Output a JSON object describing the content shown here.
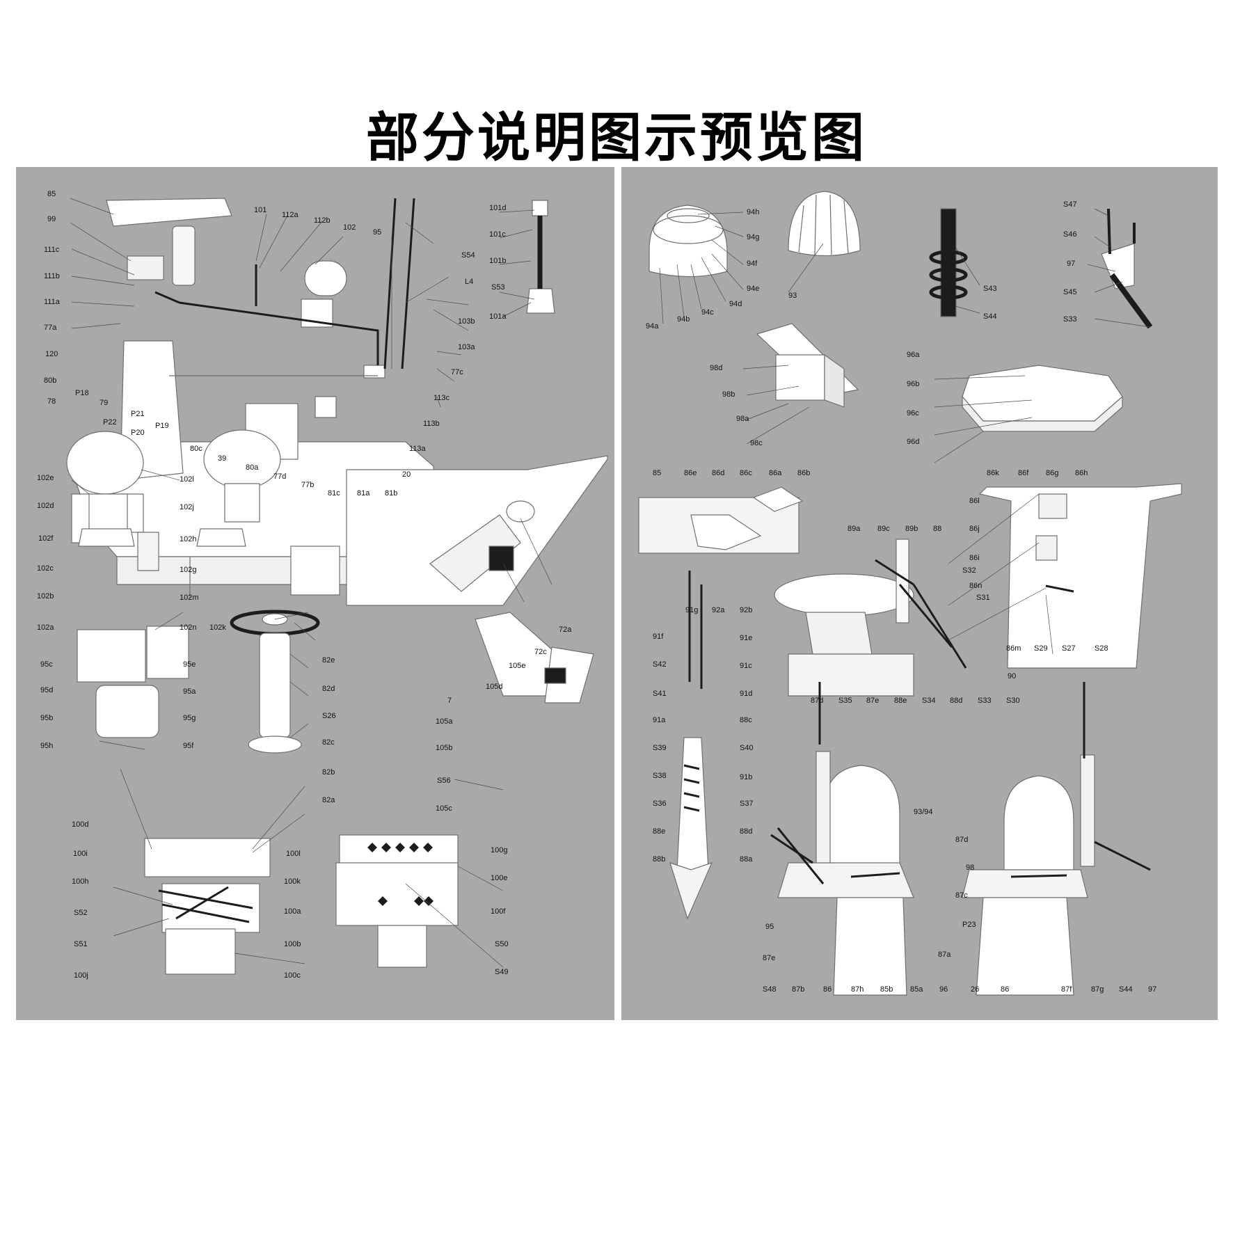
{
  "title": "部分说明图示预览图",
  "colors": {
    "sheet": "#a9a9a9",
    "part": "#ffffff",
    "edge": "#6f6f6f",
    "leader": "#4a4a4a",
    "dark": "#1c1c1c"
  },
  "left_sheet_labels": {
    "a1": "85",
    "a2": "99",
    "a3": "111c",
    "a4": "111b",
    "a5": "111a",
    "a6": "77a",
    "a7": "120",
    "a8": "80b",
    "a9": "78",
    "a10": "P18",
    "a11": "79",
    "a12": "P22",
    "a13": "P21",
    "a14": "P20",
    "a15": "P19",
    "a16": "80c",
    "a17": "39",
    "a18": "80a",
    "a19": "77d",
    "a20": "77b",
    "a21": "81c",
    "a22": "81a",
    "a23": "81b",
    "a24": "20",
    "a25": "113a",
    "a26": "113b",
    "a27": "113c",
    "a28": "77c",
    "a29": "103a",
    "a30": "103b",
    "a31": "L4",
    "a32": "S54",
    "a33": "95",
    "a34": "102",
    "a35": "112b",
    "a36": "112a",
    "a37": "101",
    "b1": "101d",
    "b2": "101c",
    "b3": "101b",
    "b4": "S53",
    "b5": "101a",
    "c1": "102e",
    "c2": "102d",
    "c3": "102f",
    "c4": "102c",
    "c5": "102b",
    "c6": "102a",
    "c7": "102l",
    "c8": "102j",
    "c9": "102h",
    "c10": "102g",
    "c11": "102m",
    "c12": "102n",
    "c13": "102k",
    "d1": "72a",
    "d2": "72c",
    "d3": "105e",
    "d4": "7",
    "d5": "105d",
    "d6": "105a",
    "d7": "105b",
    "d8": "S56",
    "d9": "105c",
    "e1": "95c",
    "e2": "95e",
    "e3": "95d",
    "e4": "95a",
    "e5": "95b",
    "e6": "95g",
    "e7": "95h",
    "e8": "95f",
    "f1": "82e",
    "f2": "82d",
    "f3": "S26",
    "f4": "82c",
    "f5": "82b",
    "f6": "82a",
    "g1": "100d",
    "g2": "100i",
    "g3": "100h",
    "g4": "S52",
    "g5": "S51",
    "g6": "100j",
    "g7": "100k",
    "g8": "100a",
    "g9": "100b",
    "g10": "100c",
    "h1": "100l",
    "h2": "100g",
    "h3": "100e",
    "h4": "100f",
    "h5": "S50",
    "h6": "S49"
  },
  "right_sheet_labels": {
    "a1": "94h",
    "a2": "94g",
    "a3": "94f",
    "a4": "94e",
    "a5": "94d",
    "a6": "94c",
    "a7": "94b",
    "a8": "94a",
    "a9": "93",
    "b1": "S43",
    "b2": "S44",
    "c1": "S47",
    "c2": "S46",
    "c3": "97",
    "c4": "S45",
    "c5": "S33",
    "d1": "98d",
    "d2": "98b",
    "d3": "98a",
    "d4": "98c",
    "e1": "96a",
    "e2": "96b",
    "e3": "96c",
    "e4": "96d",
    "f1": "85",
    "f2": "86e",
    "f3": "86d",
    "f4": "86c",
    "f5": "86a",
    "f6": "86b",
    "g1": "86k",
    "g2": "86f",
    "g3": "86g",
    "g4": "86h",
    "g5": "86l",
    "g6": "86j",
    "g7": "86i",
    "g8": "86n",
    "g9": "86m",
    "g10": "S29",
    "g11": "S27",
    "g12": "S28",
    "h1": "89a",
    "h2": "89c",
    "h3": "89b",
    "h4": "88",
    "h5": "S32",
    "h6": "S31",
    "h7": "90",
    "h8": "87d",
    "h9": "S35",
    "h10": "87e",
    "h11": "88e",
    "h12": "S34",
    "h13": "88d",
    "h14": "S33",
    "h15": "S30",
    "i1": "91g",
    "i2": "92a",
    "i3": "92b",
    "i4": "91f",
    "i5": "91e",
    "i6": "S42",
    "i7": "91c",
    "i8": "S41",
    "i9": "91d",
    "i10": "91a",
    "i11": "88c",
    "i12": "S39",
    "i13": "S40",
    "i14": "S38",
    "i15": "91b",
    "i16": "S36",
    "i17": "S37",
    "i18": "88e",
    "i19": "88d",
    "i20": "88b",
    "i21": "88a",
    "j1": "93/94",
    "j2": "87d",
    "j3": "98",
    "j4": "87c",
    "j5": "P23",
    "j6": "95",
    "j7": "87e",
    "j8": "S48",
    "j9": "87b",
    "j10": "86",
    "j11": "87h",
    "j12": "85b",
    "j13": "85a",
    "j14": "96",
    "j15": "87a",
    "j16": "26",
    "j17": "86",
    "j18": "87f",
    "j19": "87g",
    "j20": "S44",
    "j21": "97"
  }
}
